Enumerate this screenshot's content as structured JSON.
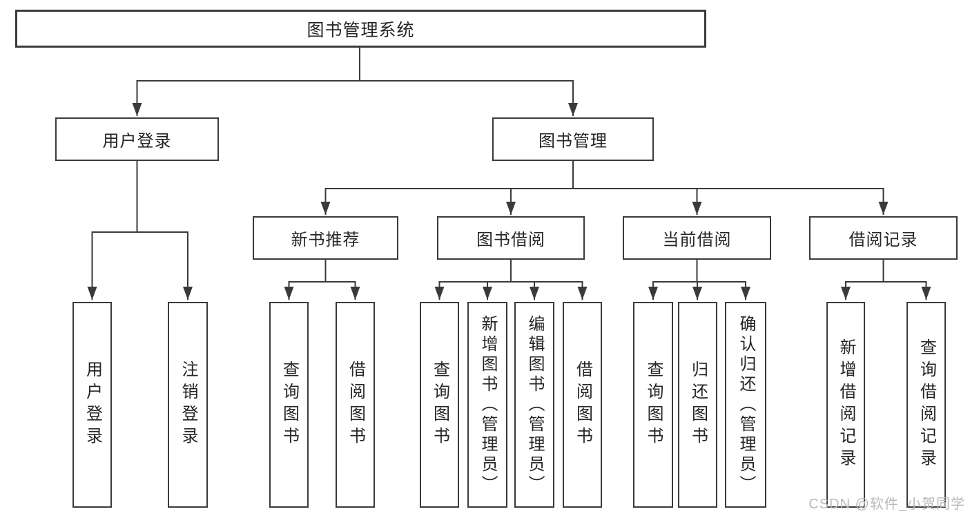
{
  "diagram": {
    "root": "图书管理系统",
    "level2": {
      "user_login": "用户登录",
      "book_mgmt": "图书管理"
    },
    "level3": {
      "new_book": "新书推荐",
      "book_borrow": "图书借阅",
      "current_borrow": "当前借阅",
      "borrow_record": "借阅记录"
    },
    "leaves": {
      "user_login": [
        "用户登录",
        "注销登录"
      ],
      "new_book": [
        "查询图书",
        "借阅图书"
      ],
      "book_borrow": [
        "查询图书",
        "新增图书（管理员）",
        "编辑图书（管理员）",
        "借阅图书"
      ],
      "current_borrow": [
        "查询图书",
        "归还图书",
        "确认归还（管理员）"
      ],
      "borrow_record": [
        "新增借阅记录",
        "查询借阅记录"
      ]
    }
  },
  "watermark": "CSDN @软件_小贺同学",
  "colors": {
    "line": "#3a3a3a",
    "text": "#262626",
    "watermark": "#b9b9b9",
    "background": "#ffffff"
  }
}
